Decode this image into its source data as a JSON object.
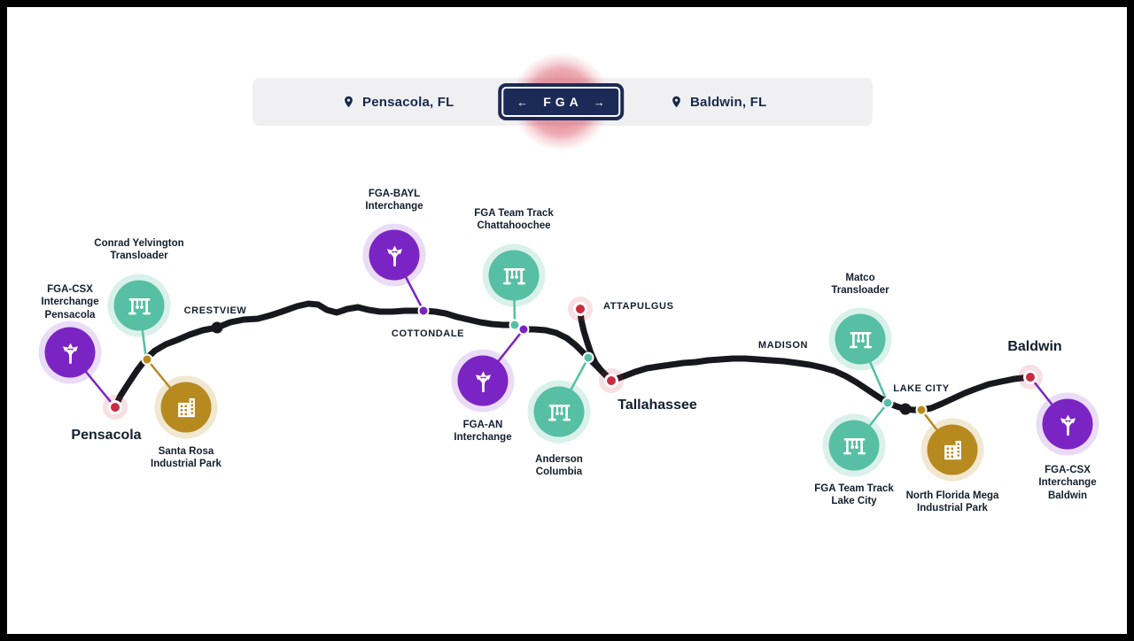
{
  "header": {
    "origin": "Pensacola, FL",
    "destination": "Baldwin, FL",
    "sign": {
      "label": "FGA",
      "arrow_left": "←",
      "arrow_right": "→"
    }
  },
  "map": {
    "cities": {
      "pensacola": "Pensacola",
      "crestview": "CRESTVIEW",
      "cottondale": "COTTONDALE",
      "attapulgus": "ATTAPULGUS",
      "tallahassee": "Tallahassee",
      "madison": "MADISON",
      "lake_city": "LAKE CITY",
      "baldwin": "Baldwin"
    },
    "facilities": {
      "fga_csx_pensacola": {
        "label": "FGA-CSX Interchange Pensacola",
        "type": "interchange"
      },
      "conrad_yelvington": {
        "label": "Conrad Yelvington Transloader",
        "type": "transloader"
      },
      "santa_rosa": {
        "label": "Santa Rosa Industrial Park",
        "type": "industrial-park"
      },
      "fga_bayl": {
        "label": "FGA-BAYL Interchange",
        "type": "interchange"
      },
      "team_track_chattahoochee": {
        "label": "FGA Team Track Chattahoochee",
        "type": "team-track"
      },
      "fga_an": {
        "label": "FGA-AN Interchange",
        "type": "interchange"
      },
      "anderson_columbia": {
        "label": "Anderson Columbia",
        "type": "team-track"
      },
      "matco": {
        "label": "Matco Transloader",
        "type": "transloader"
      },
      "team_track_lake_city": {
        "label": "FGA Team Track Lake City",
        "type": "team-track"
      },
      "north_florida_mega": {
        "label": "North Florida Mega Industrial Park",
        "type": "industrial-park"
      },
      "fga_csx_baldwin": {
        "label": "FGA-CSX Interchange Baldwin",
        "type": "interchange"
      }
    },
    "colors": {
      "interchange": "#7b24c4",
      "transloader_team_track": "#56bfa4",
      "industrial_park": "#b78a20",
      "endpoint_city": "#ca2b40",
      "route_line": "#16181d"
    },
    "icons": {
      "interchange": "branching-arrows",
      "transloader_team_track": "gantry-crane",
      "industrial_park": "factory-building",
      "header_location": "map-pin"
    }
  }
}
